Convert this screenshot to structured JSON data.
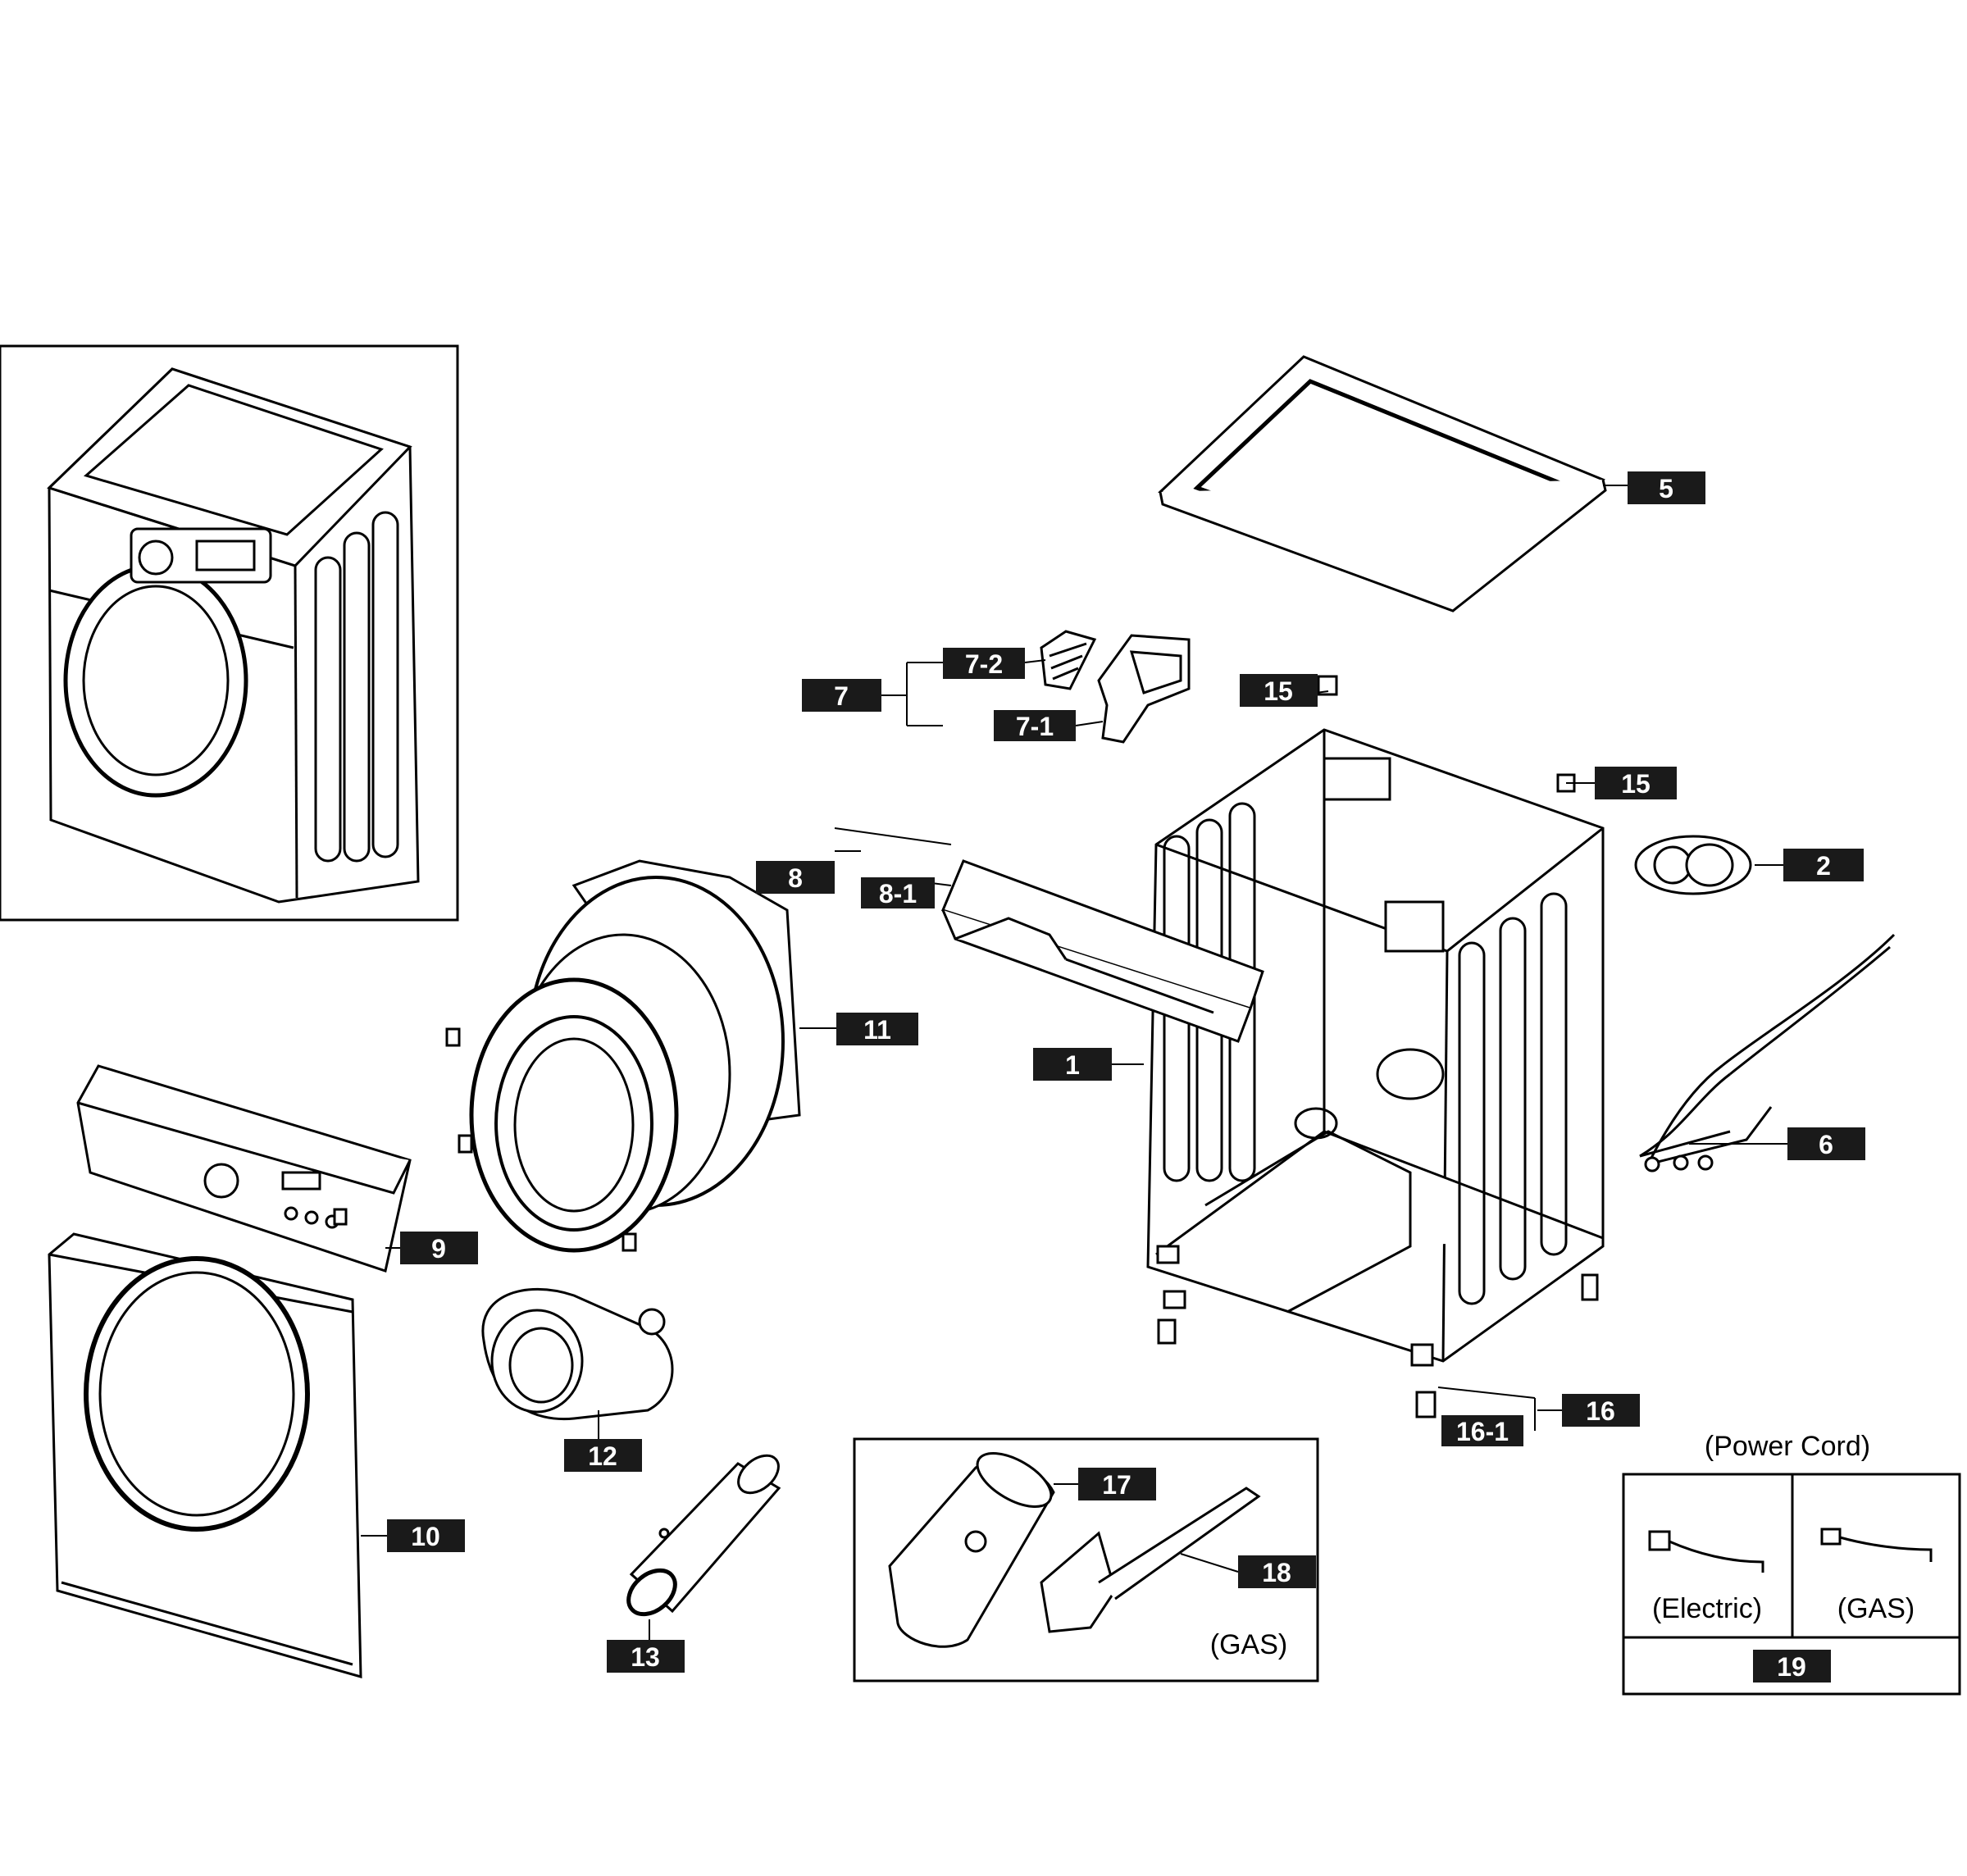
{
  "labels": {
    "l1": "1",
    "l2": "2",
    "l5": "5",
    "l6": "6",
    "l7": "7",
    "l7_1": "7-1",
    "l7_2": "7-2",
    "l8": "8",
    "l8_1": "8-1",
    "l9": "9",
    "l10": "10",
    "l11": "11",
    "l12": "12",
    "l13": "13",
    "l15a": "15",
    "l15b": "15",
    "l16": "16",
    "l16_1": "16-1",
    "l17": "17",
    "l18": "18",
    "l19": "19"
  },
  "captions": {
    "gas_box": "(GAS)",
    "power_cord": "(Power Cord)",
    "electric": "(Electric)",
    "gas_cord": "(GAS)"
  },
  "colors": {
    "label_bg": "#1a1a1a",
    "label_text": "#ffffff",
    "line": "#000000"
  }
}
